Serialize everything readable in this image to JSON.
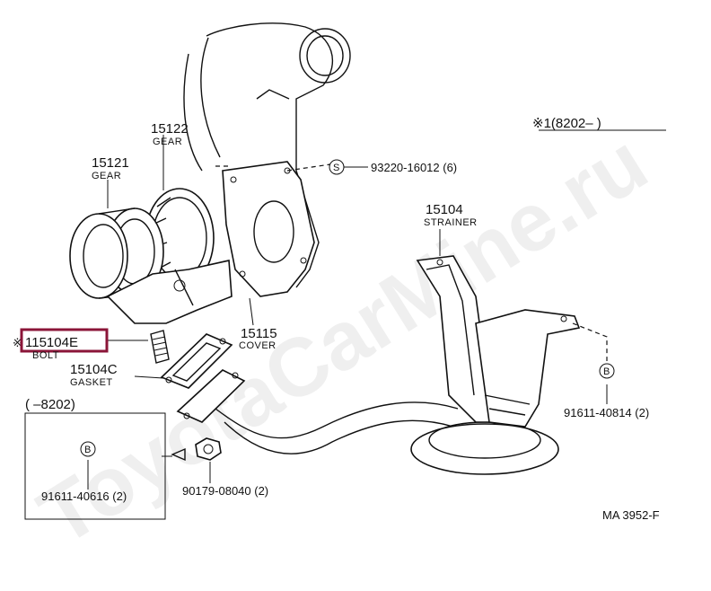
{
  "watermark": "ToyotaCarMine.ru",
  "variant_new": "※1(8202–   )",
  "variant_old": "(    –8202)",
  "parts": {
    "gear_15122": {
      "number": "15122",
      "name": "GEAR"
    },
    "gear_15121": {
      "number": "15121",
      "name": "GEAR"
    },
    "bolt": {
      "prefix": "※",
      "number": "115104E",
      "name": "BOLT"
    },
    "gasket": {
      "number": "15104C",
      "name": "GASKET"
    },
    "cover": {
      "number": "15115",
      "name": "COVER"
    },
    "strainer": {
      "number": "15104",
      "name": "STRAINER"
    },
    "screw_s": {
      "symbol": "S",
      "code": "93220-16012 (6)"
    },
    "bolt_b_right": {
      "symbol": "B",
      "code": "91611-40814 (2)"
    },
    "bolt_b_left": {
      "symbol": "B",
      "code": "91611-40616 (2)"
    },
    "nut": {
      "code": "90179-08040 (2)"
    }
  },
  "figure_code": "MA 3952-F",
  "highlight_color": "#8b1538"
}
